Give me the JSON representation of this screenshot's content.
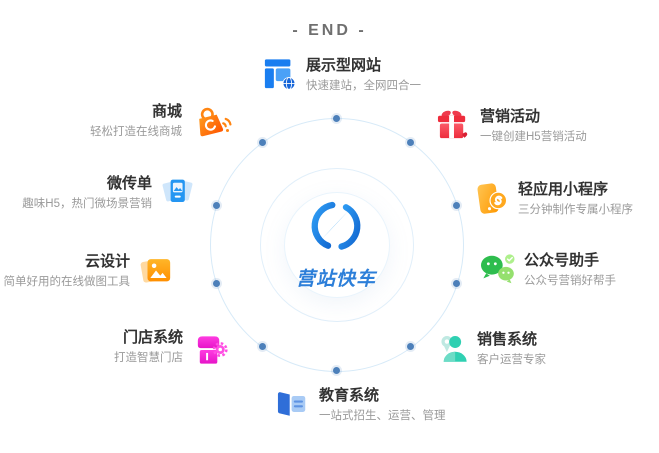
{
  "header": {
    "end_label": "- END -"
  },
  "brand": {
    "name": "营站快车",
    "logo_icon": "compass-icon",
    "color": "#2d7fd9"
  },
  "palette": {
    "dot": "#4d80ba",
    "orbit_line": "#d7eaf8",
    "title_text": "#323232",
    "subtitle_text": "#9a9a9a",
    "end_text": "#6f6f6f"
  },
  "items": [
    {
      "title": "展示型网站",
      "subtitle": "快速建站，全网四合一",
      "icon": "website-icon",
      "accent": "#1a7ef0"
    },
    {
      "title": "营销活动",
      "subtitle": "一键创建H5营销活动",
      "icon": "gift-icon",
      "accent": "#f0364a"
    },
    {
      "title": "轻应用小程序",
      "subtitle": "三分钟制作专属小程序",
      "icon": "miniapp-icon",
      "accent": "#ffa200"
    },
    {
      "title": "公众号助手",
      "subtitle": "公众号营销好帮手",
      "icon": "wechat-icon",
      "accent": "#2ebd4e"
    },
    {
      "title": "销售系统",
      "subtitle": "客户运营专家",
      "icon": "sales-icon",
      "accent": "#2fd0b2"
    },
    {
      "title": "教育系统",
      "subtitle": "一站式招生、运营、管理",
      "icon": "edu-icon",
      "accent": "#2f6ed8"
    },
    {
      "title": "门店系统",
      "subtitle": "打造智慧门店",
      "icon": "store-icon",
      "accent": "#f230dd"
    },
    {
      "title": "云设计",
      "subtitle": "简单好用的在线做图工具",
      "icon": "design-icon",
      "accent": "#ff9800"
    },
    {
      "title": "微传单",
      "subtitle": "趣味H5，热门微场景营销",
      "icon": "flyer-icon",
      "accent": "#2596f2"
    },
    {
      "title": "商城",
      "subtitle": "轻松打造在线商城",
      "icon": "mall-icon",
      "accent": "#ff6a00"
    }
  ]
}
